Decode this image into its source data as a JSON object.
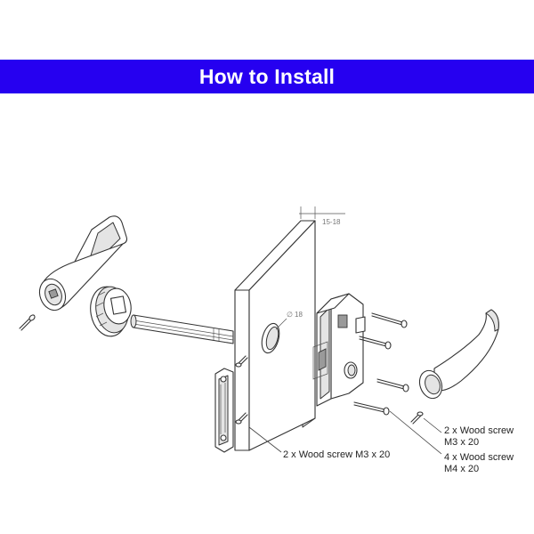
{
  "banner": {
    "title": "How to Install",
    "background_color": "#2600f0",
    "text_color": "#ffffff"
  },
  "diagram": {
    "dimension_thickness": "15-18",
    "dimension_hole": "18",
    "callouts": {
      "door_screws": "2 x Wood screw M3 x 20",
      "small_screws_line1": "2 x Wood screw",
      "small_screws_line2": "M3 x 20",
      "large_screws_line1": "4 x Wood screw",
      "large_screws_line2": "M4 x 20"
    }
  }
}
